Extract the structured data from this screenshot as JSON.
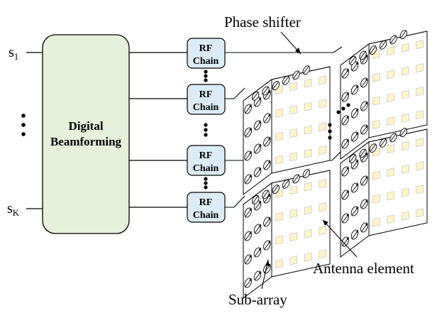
{
  "inputs": {
    "s1_base": "s",
    "s1_sub": "1",
    "sk_base": "s",
    "sk_sub": "K"
  },
  "digital_block": {
    "line1": "Digital",
    "line2": "Beamforming",
    "fill": "#e6f0da"
  },
  "rf_chains": [
    {
      "line1": "RF",
      "line2": "Chain"
    },
    {
      "line1": "RF",
      "line2": "Chain"
    },
    {
      "line1": "RF",
      "line2": "Chain"
    },
    {
      "line1": "RF",
      "line2": "Chain"
    }
  ],
  "rf_fill": "#dcecf6",
  "element_fill": "#fbf5cc",
  "labels": {
    "phase_shifter": "Phase shifter",
    "antenna_element": "Antenna element",
    "sub_array": "Sub-array"
  }
}
